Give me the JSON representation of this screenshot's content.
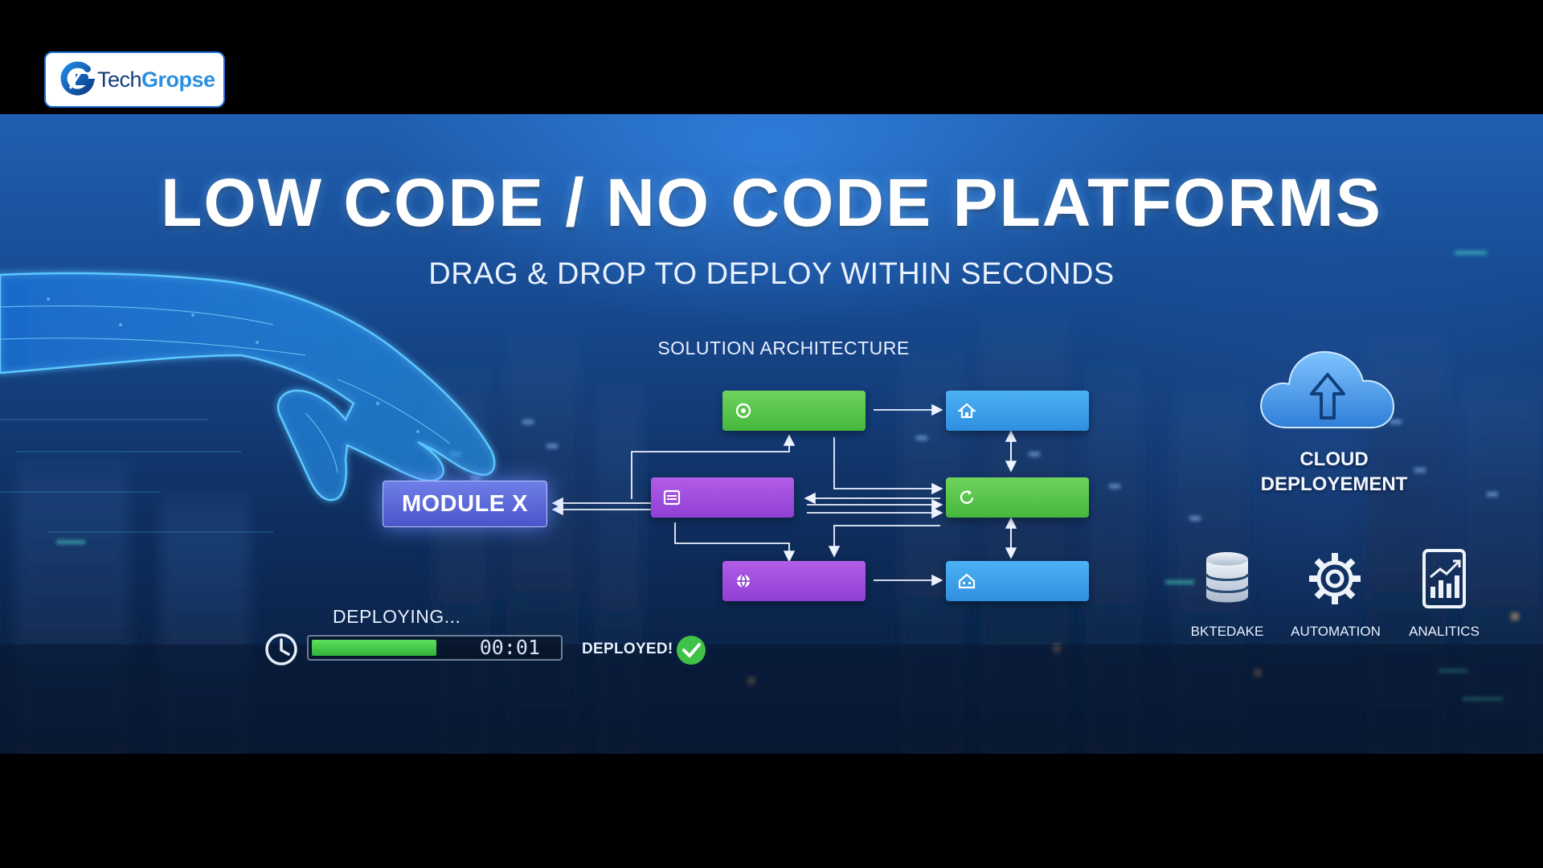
{
  "logo": {
    "brand_prefix": "Tech",
    "brand_suffix": "Gropse",
    "icon": "g-logo-icon"
  },
  "banner": {
    "title": "LOW CODE / NO CODE PLATFORMS",
    "subtitle": "DRAG & DROP TO DEPLOY WITHIN SECONDS",
    "architecture_label": "SOLUTION ARCHITECTURE",
    "module_label": "MODULE X"
  },
  "nodes": [
    {
      "id": "top-left",
      "color": "green",
      "icon": "puzzle-icon"
    },
    {
      "id": "top-right",
      "color": "blue",
      "icon": "home-icon"
    },
    {
      "id": "mid-left",
      "color": "purple",
      "icon": "server-icon"
    },
    {
      "id": "mid-right",
      "color": "green",
      "icon": "refresh-icon"
    },
    {
      "id": "bottom-left",
      "color": "purple",
      "icon": "globe-icon"
    },
    {
      "id": "bottom-right",
      "color": "blue",
      "icon": "building-icon"
    }
  ],
  "cloud": {
    "label_line1": "CLOUD",
    "label_line2": "DEPLOYEMENT",
    "icon": "cloud-upload-icon"
  },
  "services": [
    {
      "label": "BKTEDAKE",
      "icon": "database-icon"
    },
    {
      "label": "AUTOMATION",
      "icon": "gear-icon"
    },
    {
      "label": "ANALITICS",
      "icon": "analytics-tablet-icon"
    }
  ],
  "deploy": {
    "status_label": "DEPLOYING...",
    "timer": "00:01",
    "progress_fraction": 0.48,
    "done_label": "DEPLOYED!",
    "icons": [
      "clock-icon",
      "check-circle-icon"
    ]
  },
  "colors": {
    "node_green": "#45b63d",
    "node_blue": "#2e8fe0",
    "node_purple": "#8f3fd3",
    "module": "#4a55c8",
    "progress": "#2fb23a",
    "check": "#3fc247"
  }
}
